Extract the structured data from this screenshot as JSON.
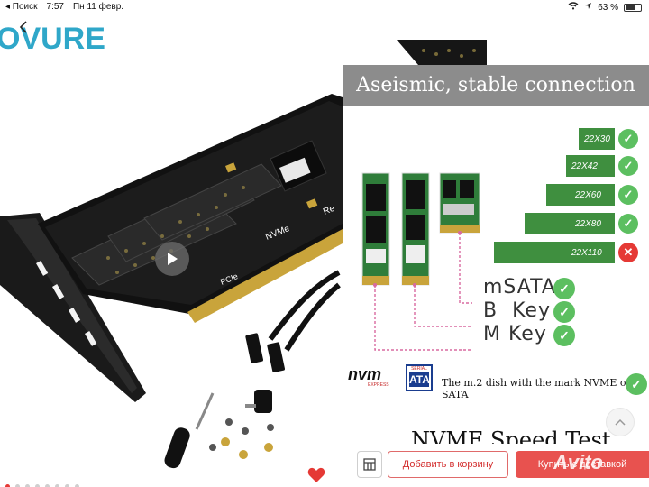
{
  "status_bar": {
    "back_app": "◂ Поиск",
    "time": "7:57",
    "date": "Пн 11 февр.",
    "battery": "63 %",
    "battery_level": 0.63
  },
  "photo": {
    "brand_fragment": "OVURE",
    "board_marks": [
      "NVMe",
      "PCIe",
      "Re"
    ],
    "pages_total": 8,
    "active_page": 1
  },
  "promo": {
    "title": "Aseismic, stable connection",
    "lengths": [
      {
        "label": "22X30",
        "status": "ok"
      },
      {
        "label": "22X42",
        "status": "ok"
      },
      {
        "label": "22X60",
        "status": "ok"
      },
      {
        "label": "22X80",
        "status": "ok"
      },
      {
        "label": "22X110",
        "status": "no"
      }
    ],
    "keys": [
      "mSATA",
      "B  Key",
      "M Key"
    ],
    "nvme_logo": "nvm",
    "nvme_sub": "EXPRESS",
    "sata_logo_top": "SERIAL",
    "sata_logo_main": "ATA",
    "mark_note": "The m.2 dish with the mark NVME or SATA",
    "speed_title": "NVME Speed Test"
  },
  "actions": {
    "add_to_cart": "Добавить в корзину",
    "buy": "Купить с доставкой",
    "watermark": "Avito"
  },
  "colors": {
    "accent_red": "#e8524f",
    "ok_green": "#5cbf60",
    "bar_green": "#3f8f3f",
    "bad_red": "#e53935"
  },
  "icons": {
    "back": "chevron-left-icon",
    "share": "share-icon",
    "cart": "cart-icon",
    "play": "play-icon",
    "heart": "heart-icon",
    "compare": "compare-icon",
    "scroll_up": "chevron-up-icon"
  }
}
